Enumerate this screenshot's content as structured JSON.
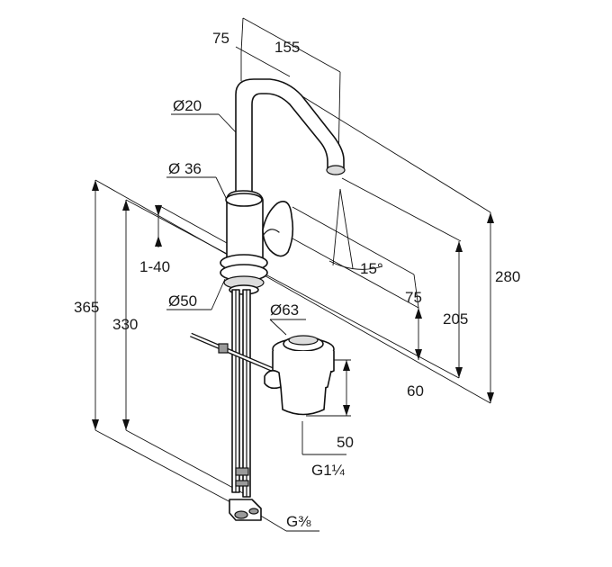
{
  "diagram": {
    "labels": {
      "top_offset": "75",
      "spout_reach": "155",
      "spout_diameter": "Ø20",
      "body_diameter": "Ø 36",
      "deck_thickness": "1-40",
      "overall_height": "365",
      "height_to_base": "330",
      "base_diameter": "Ø50",
      "swivel_angle": "15°",
      "outlet_offset": "75",
      "overall_spout_height": "280",
      "outlet_height": "205",
      "waste_diameter": "Ø63",
      "waste_offset": "60",
      "waste_length": "50",
      "waste_thread": "G1¼",
      "supply_thread": "G⅜"
    }
  }
}
